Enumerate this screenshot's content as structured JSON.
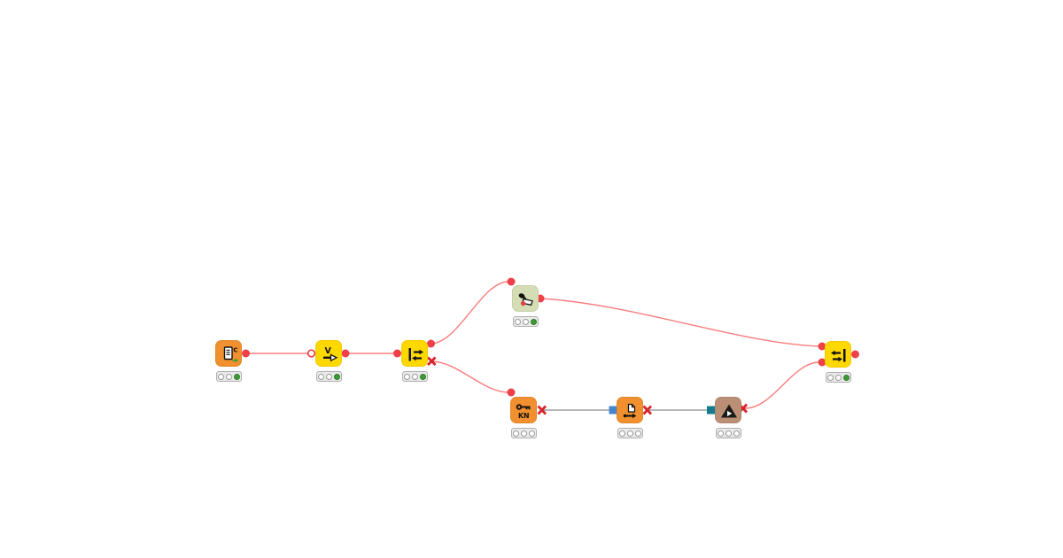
{
  "app": {
    "name": "KNIME workflow canvas",
    "background": "#ffffff"
  },
  "palette": {
    "node_orange": "#F0902E",
    "node_yellow": "#FFD800",
    "node_pale_green": "#D4DDB4",
    "node_brown": "#BA8F75",
    "wire_red": "#F87D7F",
    "wire_gray": "#A0A0A0",
    "port_red": "#EE4048",
    "port_blue": "#4485CE",
    "port_teal": "#117D8D",
    "inactive_x_red": "#D7242C",
    "status_green": "#3C9B35",
    "status_off": "#FFFFFF"
  },
  "nodes": [
    {
      "name": "context-reader-node",
      "category": "source",
      "color": "#F0902E",
      "icon": "document-c-icon",
      "icon_letter": "C",
      "status_lights": [
        "off",
        "off",
        "green"
      ]
    },
    {
      "name": "variable-node",
      "category": "flow-control",
      "color": "#FFD800",
      "icon": "v-arrow-icon",
      "icon_letter": "V",
      "status_lights": [
        "off",
        "off",
        "green"
      ]
    },
    {
      "name": "if-switch-node",
      "category": "flow-control",
      "color": "#FFD800",
      "icon": "if-switch-icon",
      "status_lights": [
        "off",
        "off",
        "green"
      ]
    },
    {
      "name": "manipulator-node",
      "category": "manipulator",
      "color": "#D4DDB4",
      "icon": "stamp-red-dot-icon",
      "status_lights": [
        "off",
        "off",
        "green"
      ]
    },
    {
      "name": "kn-key-node",
      "category": "source",
      "color": "#F0902E",
      "icon": "key-icon",
      "icon_letter": "KN",
      "status_lights": [
        "off",
        "off",
        "off"
      ]
    },
    {
      "name": "file-reader-node",
      "category": "source",
      "color": "#F0902E",
      "icon": "document-arrow-icon",
      "status_lights": [
        "off",
        "off",
        "off"
      ]
    },
    {
      "name": "delta-node",
      "category": "other",
      "color": "#BA8F75",
      "icon": "triangle-play-icon",
      "status_lights": [
        "off",
        "off",
        "off"
      ]
    },
    {
      "name": "end-if-node",
      "category": "flow-control",
      "color": "#FFD800",
      "icon": "end-if-icon",
      "status_lights": [
        "off",
        "off",
        "green"
      ]
    }
  ],
  "connections": [
    {
      "from": "context-reader-node",
      "to": "variable-node",
      "kind": "flow-variable",
      "style": "red",
      "state": "active"
    },
    {
      "from": "variable-node",
      "to": "if-switch-node",
      "kind": "flow-variable",
      "style": "red",
      "state": "active"
    },
    {
      "from": "if-switch-node",
      "from_port": "top",
      "to": "manipulator-node",
      "kind": "flow-variable",
      "style": "red",
      "state": "active"
    },
    {
      "from": "if-switch-node",
      "from_port": "bottom",
      "to": "kn-key-node",
      "kind": "flow-variable",
      "style": "red",
      "state": "inactive-branch"
    },
    {
      "from": "manipulator-node",
      "to": "end-if-node",
      "to_port": "top",
      "kind": "flow-variable",
      "style": "red",
      "state": "active"
    },
    {
      "from": "kn-key-node",
      "to": "file-reader-node",
      "kind": "data",
      "style": "gray",
      "state": "inactive"
    },
    {
      "from": "file-reader-node",
      "to": "delta-node",
      "kind": "data",
      "style": "gray",
      "state": "inactive"
    },
    {
      "from": "delta-node",
      "to": "end-if-node",
      "to_port": "bottom",
      "kind": "flow-variable",
      "style": "red",
      "state": "inactive"
    }
  ]
}
